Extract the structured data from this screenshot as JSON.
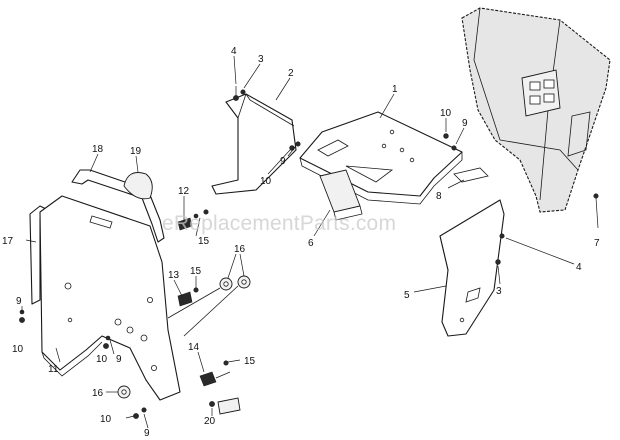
{
  "watermark": "eReplacementParts.com",
  "callouts": {
    "c1": "1",
    "c2": "2",
    "c3a": "3",
    "c3b": "3",
    "c4a": "4",
    "c4b": "4",
    "c5": "5",
    "c6": "6",
    "c7": "7",
    "c8": "8",
    "c9a": "9",
    "c9b": "9",
    "c9c": "9",
    "c9d": "9",
    "c9e": "9",
    "c10a": "10",
    "c10b": "10",
    "c10c": "10",
    "c10d": "10",
    "c10e": "10",
    "c11": "11",
    "c12": "12",
    "c13": "13",
    "c14": "14",
    "c15a": "15",
    "c15b": "15",
    "c15c": "15",
    "c16a": "16",
    "c16b": "16",
    "c17": "17",
    "c18": "18",
    "c19": "19",
    "c20": "20"
  }
}
